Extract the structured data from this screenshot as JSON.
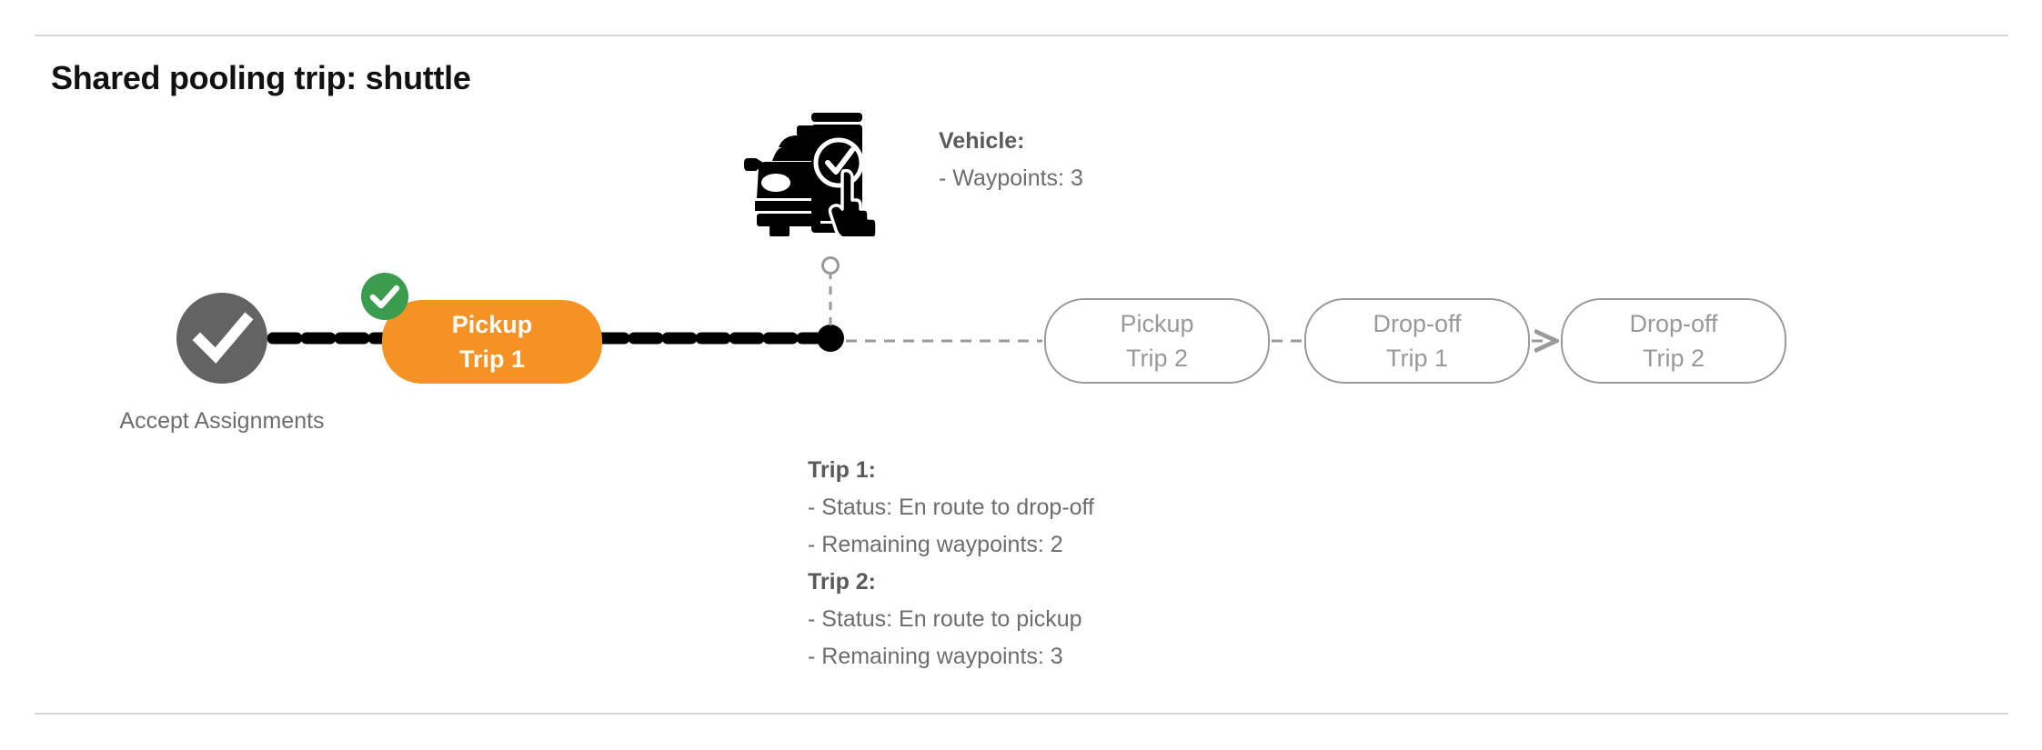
{
  "page": {
    "title": "Shared pooling trip: shuttle"
  },
  "flow": {
    "start_node": {
      "icon": "check-circle-icon",
      "label_line1": "Accept",
      "label_line2": "Assignments"
    },
    "nodes": [
      {
        "id": "pickup-trip-1",
        "line1": "Pickup",
        "line2": "Trip 1",
        "state": "active",
        "badge": "check-badge-icon"
      },
      {
        "id": "pickup-trip-2",
        "line1": "Pickup",
        "line2": "Trip 2",
        "state": "pending",
        "badge": null
      },
      {
        "id": "dropoff-trip-1",
        "line1": "Drop-off",
        "line2": "Trip 1",
        "state": "pending",
        "badge": null
      },
      {
        "id": "dropoff-trip-2",
        "line1": "Drop-off",
        "line2": "Trip 2",
        "state": "pending",
        "badge": null
      }
    ]
  },
  "vehicle": {
    "icon": "vehicle-app-check-icon",
    "marker": "vehicle-position-marker",
    "heading": "Vehicle:",
    "waypoints_line": "- Waypoints: 3"
  },
  "trips": {
    "trip1": {
      "heading": "Trip 1:",
      "status_line": "- Status:  En route to drop-off",
      "waypoints_line": "- Remaining waypoints: 2"
    },
    "trip2": {
      "heading": "Trip 2:",
      "status_line": "- Status:  En route to pickup",
      "waypoints_line": "- Remaining waypoints: 3"
    }
  },
  "colors": {
    "active": "#F49224",
    "completed": "#3a9c4e",
    "start_node": "#636363",
    "pending_border": "#9a9a9a",
    "text_muted": "#6d6d6d"
  }
}
